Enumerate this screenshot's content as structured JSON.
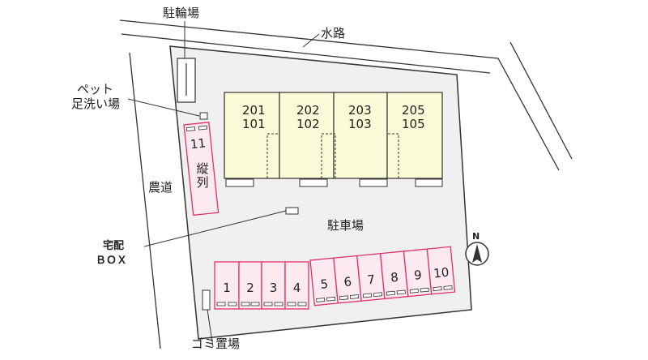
{
  "colors": {
    "lot_fill": "#f0f0f0",
    "outline": "#333333",
    "building_fill": "#fbfbd7",
    "parking_stroke": "#e0306a",
    "parking_fill": "#fdeaf1"
  },
  "labels": {
    "bicycle_parking": "駐輪場",
    "waterway": "水路",
    "pet_line1": "ペット",
    "pet_line2": "足洗い場",
    "farm_road": "農道",
    "delivery_line1": "宅配",
    "delivery_line2": "ＢＯＸ",
    "parking_lot": "駐車場",
    "garbage": "ゴミ置場",
    "vertical_note": "縦列"
  },
  "buildings": [
    {
      "upper": "201",
      "lower": "101"
    },
    {
      "upper": "202",
      "lower": "102"
    },
    {
      "upper": "203",
      "lower": "103"
    },
    {
      "upper": "205",
      "lower": "105"
    }
  ],
  "parking_spaces": [
    "1",
    "2",
    "3",
    "4",
    "5",
    "6",
    "7",
    "8",
    "9",
    "10",
    "11"
  ],
  "compass": {
    "label": "N"
  }
}
